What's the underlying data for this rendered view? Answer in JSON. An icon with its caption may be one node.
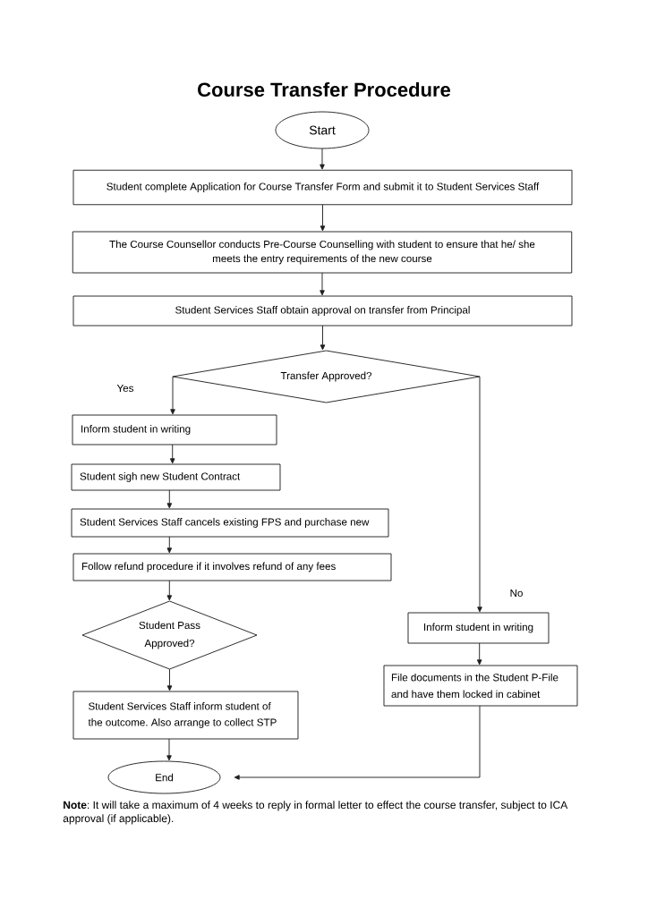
{
  "diagram": {
    "title": "Course Transfer Procedure",
    "nodes": [
      {
        "text": [
          "Start"
        ]
      },
      {
        "text": [
          "Student complete Application for Course Transfer Form and submit it to Student Services Staff"
        ]
      },
      {
        "text": [
          "The Course Counsellor conducts Pre-Course Counselling with student to ensure that he/ she meets the entry requirements of the new course"
        ]
      },
      {
        "text": [
          "Student Services Staff obtain approval on transfer from Principal"
        ]
      },
      {
        "text": [
          "Transfer Approved?"
        ]
      },
      {
        "text": [
          "Inform student in writing"
        ]
      },
      {
        "text": [
          "Student sigh new Student Contract"
        ]
      },
      {
        "text": [
          "Student Services Staff cancels existing FPS and purchase new"
        ]
      },
      {
        "text": [
          "Follow refund procedure if it involves refund of any fees"
        ]
      },
      {
        "text": [
          "Student Pass Approved?"
        ]
      },
      {
        "text": [
          "Student Services Staff inform student of the outcome. Also arrange to collect STP"
        ]
      },
      {
        "text": [
          "End"
        ]
      },
      {
        "text": [
          "Inform student in writing"
        ]
      },
      {
        "text": [
          "File documents in the Student P-File and have them locked in cabinet"
        ]
      }
    ],
    "edges": [
      {
        "from": 0,
        "to": 1,
        "arrow": "to"
      },
      {
        "from": 1,
        "to": 2,
        "arrow": "to"
      },
      {
        "from": 2,
        "to": 3,
        "arrow": "to"
      },
      {
        "from": 3,
        "to": 4,
        "arrow": "to"
      },
      {
        "from": 4,
        "to": 5,
        "arrow": "to",
        "label": "Yes"
      },
      {
        "from": 5,
        "to": 6,
        "arrow": "to"
      },
      {
        "from": 6,
        "to": 7,
        "arrow": "to"
      },
      {
        "from": 7,
        "to": 8,
        "arrow": "to"
      },
      {
        "from": 8,
        "to": 9,
        "arrow": "to"
      },
      {
        "from": 9,
        "to": 10,
        "arrow": "to"
      },
      {
        "from": 10,
        "to": 11,
        "arrow": "to"
      },
      {
        "from": 4,
        "to": 12,
        "arrow": "to",
        "label": "No"
      },
      {
        "from": 12,
        "to": 13,
        "arrow": "to"
      },
      {
        "from": 13,
        "to": 11,
        "arrow": "to"
      }
    ],
    "labels": [
      "**Note**: It will take a maximum of 4 weeks to reply in formal letter to effect the course transfer, subject to ICA approval (if applicable)."
    ]
  }
}
